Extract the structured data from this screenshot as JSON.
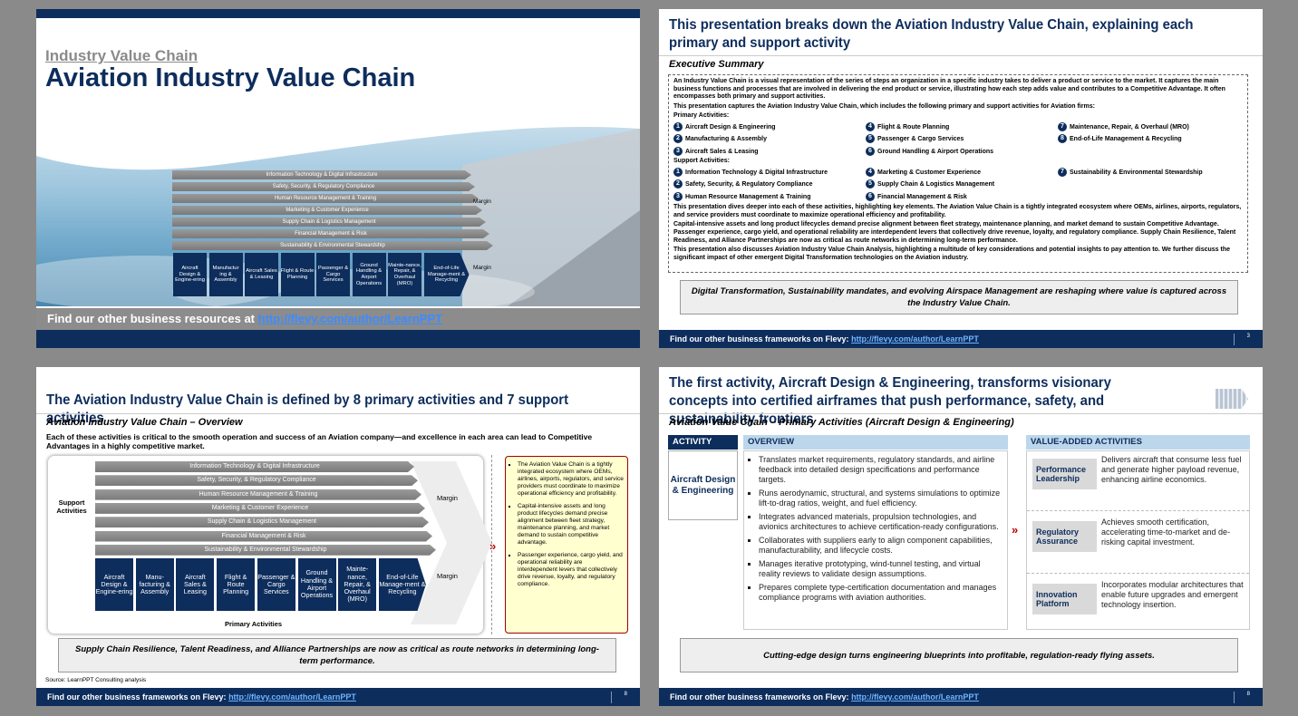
{
  "slide1": {
    "kicker": "Industry Value Chain",
    "title": "Aviation Industry Value Chain",
    "footer_text": "Find our other business resources at",
    "footer_link": "http://flevy.com/author/LearnPPT",
    "support": [
      "Information Technology & Digital Infrastructure",
      "Safety, Security, & Regulatory Compliance",
      "Human Resource Management & Training",
      "Marketing & Customer Experience",
      "Supply Chain & Logistics Management",
      "Financial Management & Risk",
      "Sustainability & Environmental Stewardship"
    ],
    "primary": [
      "Aircraft Design & Engine-ering",
      "Manufactur ing & Assembly",
      "Aircraft Sales & Leasing",
      "Flight & Route Planning",
      "Passenger & Cargo Services",
      "Ground Handling & Airport Operations",
      "Mainte-nance, Repair, & Overhaul (MRO)",
      "End-of-Life Manage-ment & Recycling"
    ],
    "margin": "Margin"
  },
  "slide2": {
    "title": "This presentation breaks down the Aviation Industry Value Chain, explaining each primary and support activity",
    "subtitle": "Executive Summary",
    "p1": "An Industry Value Chain is a visual representation of the series of steps an organization in a specific industry takes to deliver a product or service to the market. It captures the main business functions and processes that are involved in delivering the end product or service, illustrating how each step adds value and contributes to a Competitive Advantage. It often encompasses both primary and support activities.",
    "p2": "This presentation captures the Aviation Industry Value Chain, which includes the following primary and support activities for Aviation firms:",
    "primary_label": "Primary Activities:",
    "support_label": "Support Activities:",
    "primary": [
      {
        "n": "1",
        "t": "Aircraft Design & Engineering"
      },
      {
        "n": "4",
        "t": "Flight & Route Planning"
      },
      {
        "n": "7",
        "t": "Maintenance, Repair, & Overhaul (MRO)"
      },
      {
        "n": "2",
        "t": "Manufacturing & Assembly"
      },
      {
        "n": "5",
        "t": "Passenger & Cargo Services"
      },
      {
        "n": "8",
        "t": "End-of-Life Management & Recycling"
      },
      {
        "n": "3",
        "t": "Aircraft Sales & Leasing"
      },
      {
        "n": "6",
        "t": "Ground Handling & Airport Operations"
      },
      {
        "n": "",
        "t": ""
      }
    ],
    "support": [
      {
        "n": "1",
        "t": "Information Technology & Digital Infrastructure"
      },
      {
        "n": "4",
        "t": "Marketing & Customer Experience"
      },
      {
        "n": "7",
        "t": "Sustainability & Environmental Stewardship"
      },
      {
        "n": "2",
        "t": "Safety, Security, & Regulatory Compliance"
      },
      {
        "n": "5",
        "t": "Supply Chain & Logistics Management"
      },
      {
        "n": "",
        "t": ""
      },
      {
        "n": "3",
        "t": "Human Resource Management & Training"
      },
      {
        "n": "6",
        "t": "Financial Management & Risk"
      },
      {
        "n": "",
        "t": ""
      }
    ],
    "p3": "This presentation dives deeper into each of these activities, highlighting key elements. The Aviation Value Chain is a tightly integrated ecosystem where OEMs, airlines, airports, regulators, and service providers must coordinate to maximize operational efficiency and profitability.",
    "p4": "Capital-intensive assets and long product lifecycles demand precise alignment between fleet strategy, maintenance planning, and market demand to sustain Competitive Advantage. Passenger experience, cargo yield, and operational reliability are interdependent levers that collectively drive revenue, loyalty, and regulatory compliance. Supply Chain Resilience, Talent Readiness, and Alliance Partnerships are now as critical as route networks in determining long-term performance.",
    "p5": "This presentation also discusses Aviation Industry Value Chain Analysis, highlighting a multitude of key considerations and potential insights to pay attention to. We further discuss the significant impact of other emergent Digital Transformation technologies on the Aviation industry.",
    "callout": "Digital Transformation, Sustainability mandates, and evolving Airspace Management are reshaping where value is captured across the Industry Value Chain.",
    "footer_text": "Find our other business frameworks on Flevy:",
    "footer_link": "http://flevy.com/author/LearnPPT",
    "page": "3"
  },
  "slide3": {
    "title": "The Aviation Industry Value Chain is defined by 8 primary activities and 7 support activities",
    "subtitle": "Aviation Industry Value Chain – Overview",
    "intro": "Each of these activities is critical to the smooth operation and success of an Aviation company—and excellence in each area can lead to Competitive Advantages in a highly competitive market.",
    "support_label": "Support Activities",
    "primary_label": "Primary Activities",
    "margin": "Margin",
    "support": [
      "Information Technology & Digital Infrastructure",
      "Safety, Security, & Regulatory Compliance",
      "Human Resource Management & Training",
      "Marketing & Customer Experience",
      "Supply Chain & Logistics Management",
      "Financial Management & Risk",
      "Sustainability & Environmental Stewardship"
    ],
    "primary": [
      "Aircraft Design & Engine-ering",
      "Manu-facturing & Assembly",
      "Aircraft Sales & Leasing",
      "Flight & Route Planning",
      "Passenger & Cargo Services",
      "Ground Handling & Airport Operations",
      "Mainte-nance, Repair, & Overhaul (MRO)",
      "End-of-Life Manage-ment & Recycling"
    ],
    "bullets": [
      "The Aviation Value Chain is a tightly integrated ecosystem where OEMs, airlines, airports, regulators, and service providers must coordinate to maximize operational efficiency and profitability.",
      "Capital-intensive assets and long product lifecycles demand precise alignment between fleet strategy, maintenance planning, and market demand to sustain competitive advantage.",
      "Passenger experience, cargo yield, and operational reliability are interdependent levers that collectively drive revenue, loyalty, and regulatory compliance."
    ],
    "callout": "Supply Chain Resilience, Talent Readiness, and Alliance Partnerships are now as critical as route networks in determining long-term performance.",
    "source": "Source: LearnPPT Consulting analysis",
    "footer_text": "Find our other business frameworks on Flevy:",
    "footer_link": "http://flevy.com/author/LearnPPT",
    "page": "8"
  },
  "slide4": {
    "title": "The first activity, Aircraft Design & Engineering, transforms visionary concepts into certified airframes that push performance, safety, and sustainability frontiers",
    "subtitle": "Aviation Value Chain – Primary Activities (Aircraft Design & Engineering)",
    "activity_hdr": "ACTIVITY",
    "activity": "Aircraft Design & Engineering",
    "overview_hdr": "OVERVIEW",
    "va_hdr": "VALUE-ADDED ACTIVITIES",
    "overview": [
      "Translates market requirements, regulatory standards, and airline feedback into detailed design specifications and performance targets.",
      "Runs aerodynamic, structural, and systems simulations to optimize lift-to-drag ratios, weight, and fuel efficiency.",
      "Integrates advanced materials, propulsion technologies, and avionics architectures to achieve certification-ready configurations.",
      "Collaborates with suppliers early to align component capabilities, manufacturability, and lifecycle costs.",
      "Manages iterative prototyping, wind-tunnel testing, and virtual reality reviews to validate design assumptions.",
      "Prepares complete type-certification documentation and manages compliance programs with aviation authorities."
    ],
    "va": [
      {
        "label": "Performance Leadership",
        "text": "Delivers aircraft that consume less fuel and generate higher payload revenue, enhancing airline economics."
      },
      {
        "label": "Regulatory Assurance",
        "text": "Achieves smooth certification, accelerating time-to-market and de-risking capital investment."
      },
      {
        "label": "Innovation Platform",
        "text": "Incorporates modular architectures that enable future upgrades and emergent technology insertion."
      }
    ],
    "callout": "Cutting-edge design turns engineering blueprints into profitable, regulation-ready flying assets.",
    "footer_text": "Find our other business frameworks on Flevy:",
    "footer_link": "http://flevy.com/author/LearnPPT",
    "page": "8"
  }
}
